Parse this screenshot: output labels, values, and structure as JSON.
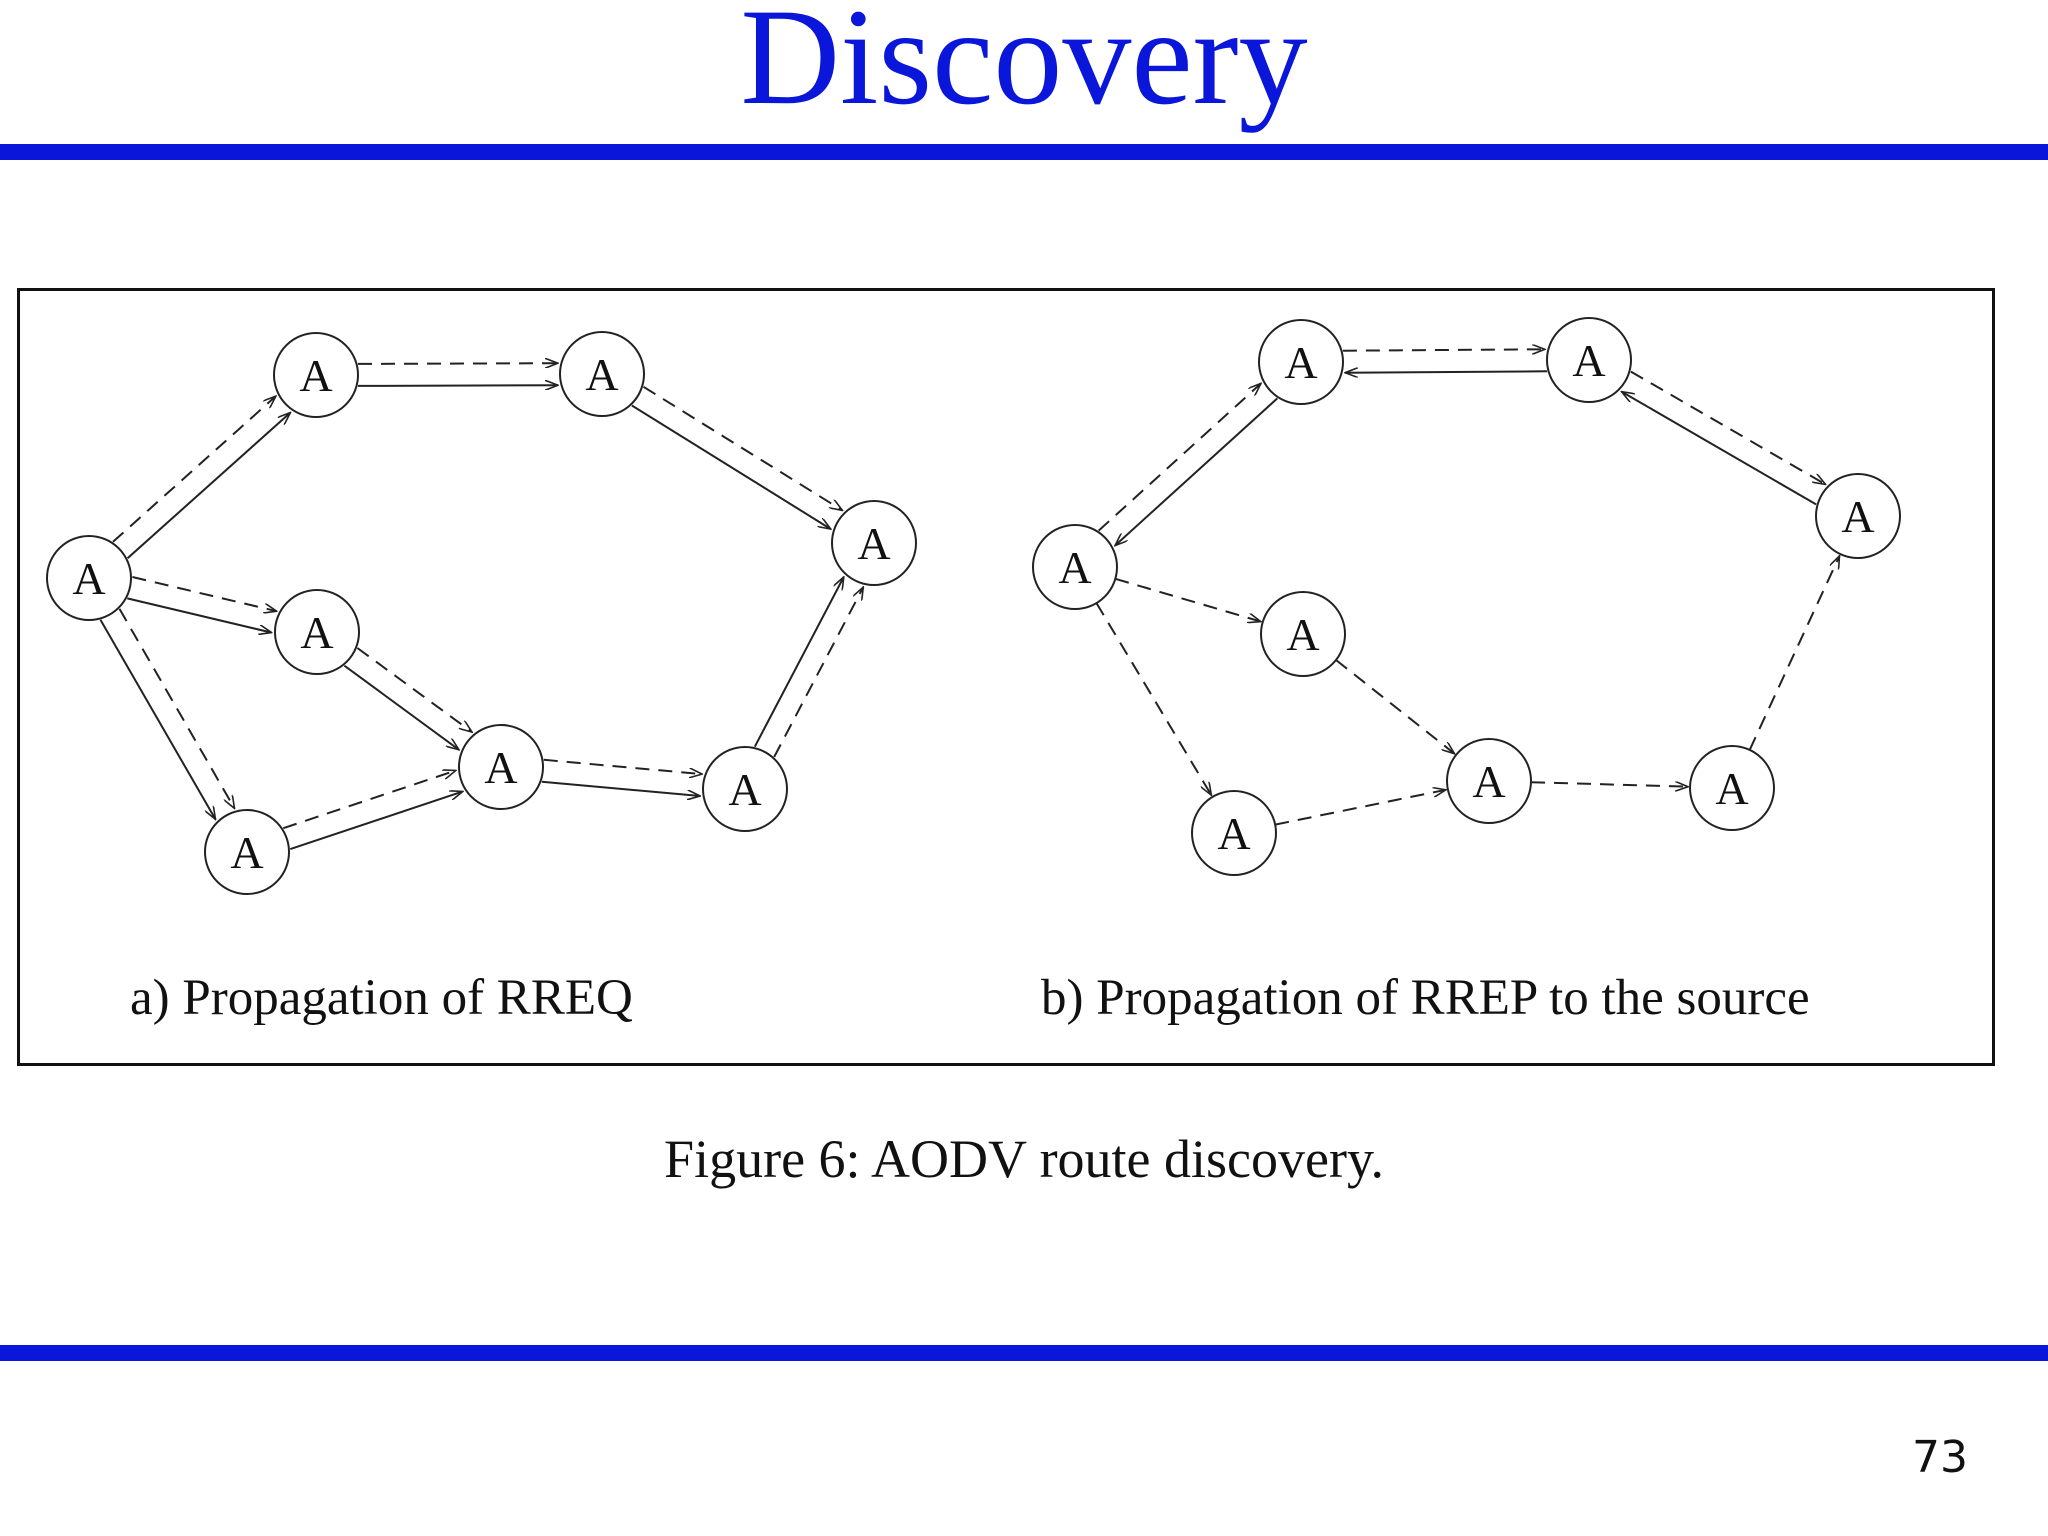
{
  "slide": {
    "title": "Discovery",
    "caption": "Figure 6: AODV route discovery.",
    "page_number": "73",
    "accent_color": "#0a16d9"
  },
  "diagram": {
    "panels": [
      {
        "id": "a",
        "label": "a) Propagation of RREQ",
        "nodes": [
          {
            "id": "a1",
            "label": "A"
          },
          {
            "id": "a2",
            "label": "A"
          },
          {
            "id": "a3",
            "label": "A"
          },
          {
            "id": "a4",
            "label": "A"
          },
          {
            "id": "a5",
            "label": "A"
          },
          {
            "id": "a6",
            "label": "A"
          },
          {
            "id": "a7",
            "label": "A"
          },
          {
            "id": "a8",
            "label": "A"
          }
        ],
        "edges": [
          {
            "from": "a1",
            "to": "a2",
            "style": "solid"
          },
          {
            "from": "a1",
            "to": "a2",
            "style": "dashed"
          },
          {
            "from": "a2",
            "to": "a3",
            "style": "solid"
          },
          {
            "from": "a2",
            "to": "a3",
            "style": "dashed"
          },
          {
            "from": "a3",
            "to": "a4",
            "style": "solid"
          },
          {
            "from": "a3",
            "to": "a4",
            "style": "dashed"
          },
          {
            "from": "a1",
            "to": "a5",
            "style": "solid"
          },
          {
            "from": "a1",
            "to": "a5",
            "style": "dashed"
          },
          {
            "from": "a1",
            "to": "a6",
            "style": "solid"
          },
          {
            "from": "a1",
            "to": "a6",
            "style": "dashed"
          },
          {
            "from": "a5",
            "to": "a7",
            "style": "solid"
          },
          {
            "from": "a5",
            "to": "a7",
            "style": "dashed"
          },
          {
            "from": "a6",
            "to": "a7",
            "style": "solid"
          },
          {
            "from": "a6",
            "to": "a7",
            "style": "dashed"
          },
          {
            "from": "a7",
            "to": "a8",
            "style": "solid"
          },
          {
            "from": "a7",
            "to": "a8",
            "style": "dashed"
          },
          {
            "from": "a8",
            "to": "a4",
            "style": "solid"
          },
          {
            "from": "a8",
            "to": "a4",
            "style": "dashed"
          }
        ]
      },
      {
        "id": "b",
        "label": "b) Propagation of RREP to the source",
        "nodes": [
          {
            "id": "b1",
            "label": "A"
          },
          {
            "id": "b2",
            "label": "A"
          },
          {
            "id": "b3",
            "label": "A"
          },
          {
            "id": "b4",
            "label": "A"
          },
          {
            "id": "b5",
            "label": "A"
          },
          {
            "id": "b6",
            "label": "A"
          },
          {
            "id": "b7",
            "label": "A"
          },
          {
            "id": "b8",
            "label": "A"
          }
        ],
        "edges": [
          {
            "from": "b1",
            "to": "b2",
            "style": "dashed"
          },
          {
            "from": "b2",
            "to": "b1",
            "style": "solid"
          },
          {
            "from": "b2",
            "to": "b3",
            "style": "dashed"
          },
          {
            "from": "b3",
            "to": "b2",
            "style": "solid"
          },
          {
            "from": "b3",
            "to": "b4",
            "style": "dashed"
          },
          {
            "from": "b4",
            "to": "b3",
            "style": "solid"
          },
          {
            "from": "b1",
            "to": "b5",
            "style": "dashed"
          },
          {
            "from": "b1",
            "to": "b6",
            "style": "dashed"
          },
          {
            "from": "b5",
            "to": "b7",
            "style": "dashed"
          },
          {
            "from": "b6",
            "to": "b7",
            "style": "dashed"
          },
          {
            "from": "b7",
            "to": "b8",
            "style": "dashed"
          },
          {
            "from": "b8",
            "to": "b4",
            "style": "dashed"
          }
        ]
      }
    ]
  }
}
